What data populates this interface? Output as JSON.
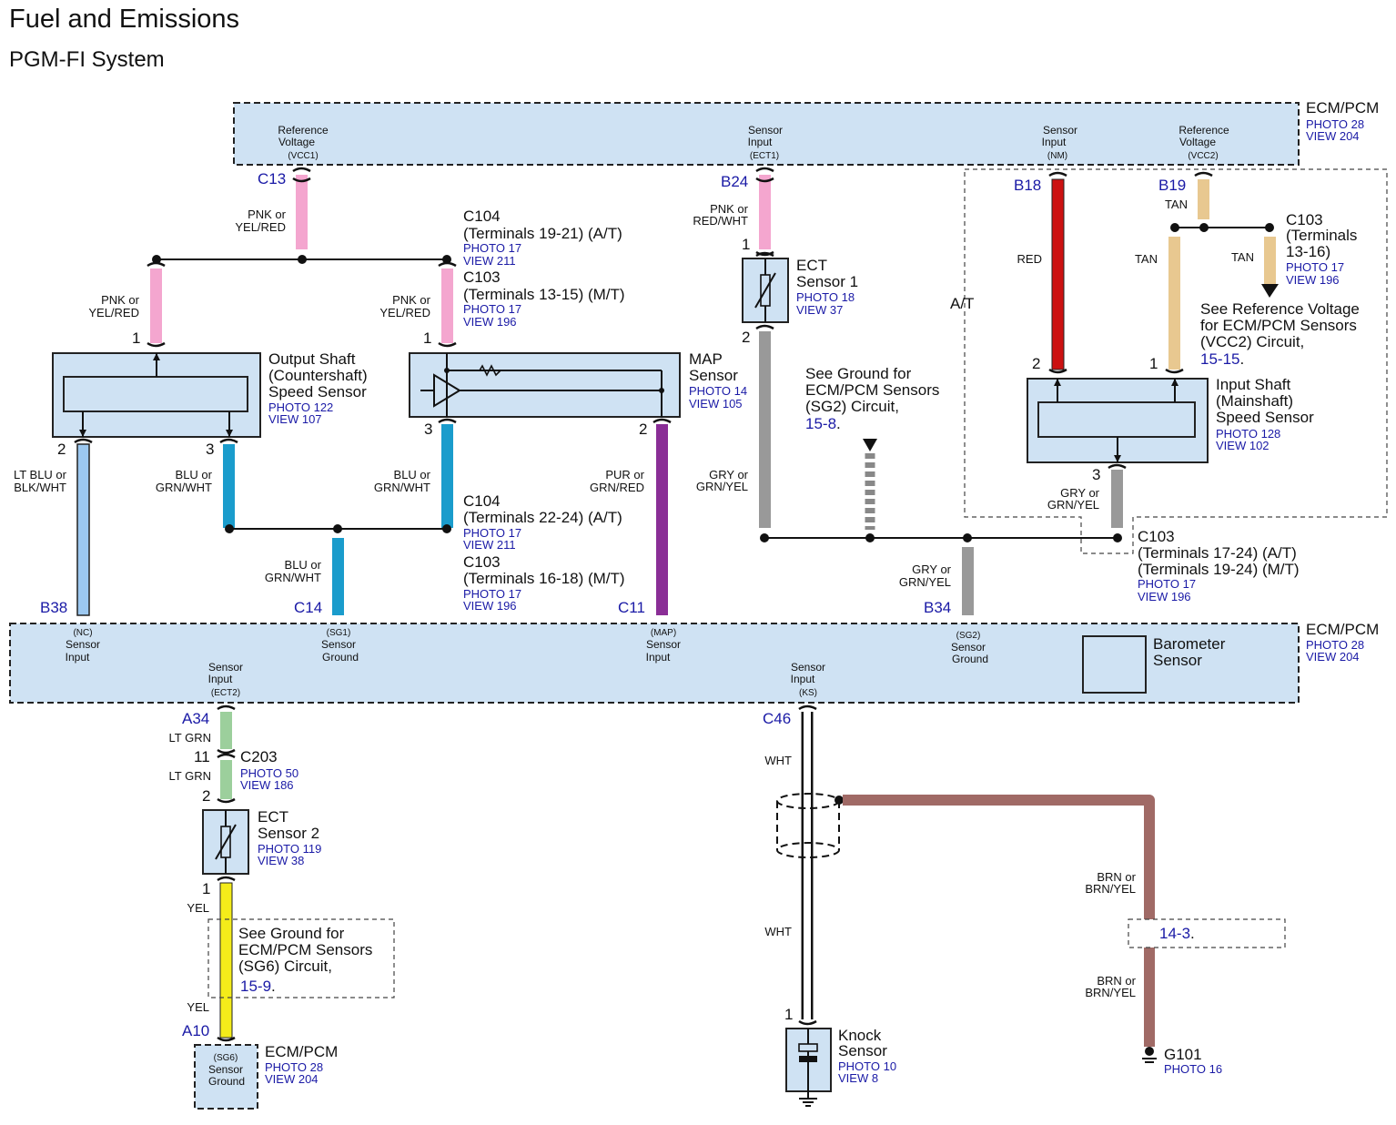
{
  "header": {
    "title": "Fuel and Emissions",
    "subtitle": "PGM-FI System"
  },
  "ecm_top": {
    "name": "ECM/PCM",
    "photo": "PHOTO 28",
    "view": "VIEW 204",
    "terms": {
      "vcc1": {
        "l1": "Reference",
        "l2": "Voltage",
        "code": "(VCC1)"
      },
      "ect1": {
        "l1": "Sensor",
        "l2": "Input",
        "code": "(ECT1)"
      },
      "nm": {
        "l1": "Sensor",
        "l2": "Input",
        "code": "(NM)"
      },
      "vcc2": {
        "l1": "Reference",
        "l2": "Voltage",
        "code": "(VCC2)"
      }
    }
  },
  "pins": {
    "c13": "C13",
    "b24": "B24",
    "b18": "B18",
    "b19": "B19",
    "b38": "B38",
    "c14": "C14",
    "c11": "C11",
    "b34": "B34",
    "a34": "A34",
    "c46": "C46",
    "a10": "A10"
  },
  "wires": {
    "pnk_yelred": {
      "l1": "PNK or",
      "l2": "YEL/RED"
    },
    "pnk_redwht": {
      "l1": "PNK or",
      "l2": "RED/WHT"
    },
    "ltblu": {
      "l1": "LT BLU or",
      "l2": "BLK/WHT"
    },
    "blu": {
      "l1": "BLU or",
      "l2": "GRN/WHT"
    },
    "pur": {
      "l1": "PUR or",
      "l2": "GRN/RED"
    },
    "gry_yel": {
      "l1": "GRY or",
      "l2": "GRN/YEL"
    },
    "red": "RED",
    "tan": "TAN",
    "ltgrn": "LT GRN",
    "wht": "WHT",
    "yel": "YEL",
    "brn": {
      "l1": "BRN or",
      "l2": "BRN/YEL"
    }
  },
  "connectors": {
    "c104a": {
      "name": "C104",
      "terms": "(Terminals 19-21) (A/T)",
      "photo": "PHOTO 17",
      "view": "VIEW 211"
    },
    "c103a": {
      "name": "C103",
      "terms": "(Terminals 13-15) (M/T)",
      "photo": "PHOTO 17",
      "view": "VIEW 196"
    },
    "c104b": {
      "name": "C104",
      "terms": "(Terminals 22-24) (A/T)",
      "photo": "PHOTO 17",
      "view": "VIEW 211"
    },
    "c103b": {
      "name": "C103",
      "terms": "(Terminals 16-18) (M/T)",
      "photo": "PHOTO 17",
      "view": "VIEW 196"
    },
    "c103c": {
      "name": "C103",
      "terms1": "(Terminals",
      "terms2": "13-16)",
      "photo": "PHOTO 17",
      "view": "VIEW 196"
    },
    "c103d": {
      "name": "C103",
      "terms1": "(Terminals 17-24) (A/T)",
      "terms2": "(Terminals 19-24) (M/T)",
      "photo": "PHOTO 17",
      "view": "VIEW 196"
    },
    "c203": {
      "name": "C203",
      "photo": "PHOTO 50",
      "view": "VIEW 186"
    }
  },
  "sensors": {
    "oss": {
      "l1": "Output Shaft",
      "l2": "(Countershaft)",
      "l3": "Speed Sensor",
      "photo": "PHOTO 122",
      "view": "VIEW 107"
    },
    "map": {
      "l1": "MAP",
      "l2": "Sensor",
      "photo": "PHOTO 14",
      "view": "VIEW 105"
    },
    "ect1": {
      "l1": "ECT",
      "l2": "Sensor 1",
      "photo": "PHOTO 18",
      "view": "VIEW 37"
    },
    "iss": {
      "l1": "Input Shaft",
      "l2": "(Mainshaft)",
      "l3": "Speed Sensor",
      "photo": "PHOTO 128",
      "view": "VIEW 102"
    },
    "ect2": {
      "l1": "ECT",
      "l2": "Sensor 2",
      "photo": "PHOTO 119",
      "view": "VIEW 38"
    },
    "knock": {
      "l1": "Knock",
      "l2": "Sensor",
      "photo": "PHOTO 10",
      "view": "VIEW 8"
    }
  },
  "notes": {
    "at": "A/T",
    "vcc2_ref": {
      "l1": "See Reference Voltage",
      "l2": "for ECM/PCM Sensors",
      "l3": "(VCC2) Circuit,",
      "link": "15-15",
      "dot": "."
    },
    "sg2_ref": {
      "l1": "See Ground for",
      "l2": "ECM/PCM Sensors",
      "l3": "(SG2) Circuit,",
      "link": "15-8",
      "dot": "."
    },
    "sg6_ref": {
      "l1": "See Ground for",
      "l2": "ECM/PCM Sensors",
      "l3": "(SG6) Circuit,",
      "link": "15-9",
      "dot": "."
    },
    "g101_ref": {
      "link": "14-3",
      "dot": "."
    }
  },
  "ecm_bottom": {
    "name": "ECM/PCM",
    "photo": "PHOTO 28",
    "view": "VIEW 204",
    "terms": {
      "nc": {
        "code": "(NC)",
        "l1": "Sensor",
        "l2": "Input"
      },
      "sg1": {
        "code": "(SG1)",
        "l1": "Sensor",
        "l2": "Ground"
      },
      "map": {
        "code": "(MAP)",
        "l1": "Sensor",
        "l2": "Input"
      },
      "sg2": {
        "code": "(SG2)",
        "l1": "Sensor",
        "l2": "Ground"
      },
      "ect2": {
        "l1": "Sensor",
        "l2": "Input",
        "code": "(ECT2)"
      },
      "ks": {
        "l1": "Sensor",
        "l2": "Input",
        "code": "(KS)"
      }
    },
    "barometer": {
      "l1": "Barometer",
      "l2": "Sensor"
    }
  },
  "ecm_sg6": {
    "code": "(SG6)",
    "l1": "Sensor",
    "l2": "Ground",
    "name": "ECM/PCM",
    "photo": "PHOTO 28",
    "view": "VIEW 204"
  },
  "ground": {
    "name": "G101",
    "photo": "PHOTO 16"
  },
  "terminal_numbers": {
    "one": "1",
    "two": "2",
    "three": "3",
    "eleven": "11"
  },
  "colors": {
    "pink": "#f4a6cf",
    "ltblue": "#9cc8f0",
    "blue": "#1a9ccc",
    "purple": "#8a2e96",
    "gray": "#999999",
    "red": "#cc1111",
    "tan": "#e8c890",
    "ltgreen": "#9ccf9c",
    "yellow": "#f4ec1a",
    "brown": "#a06a66",
    "box": "#cfe2f3"
  }
}
